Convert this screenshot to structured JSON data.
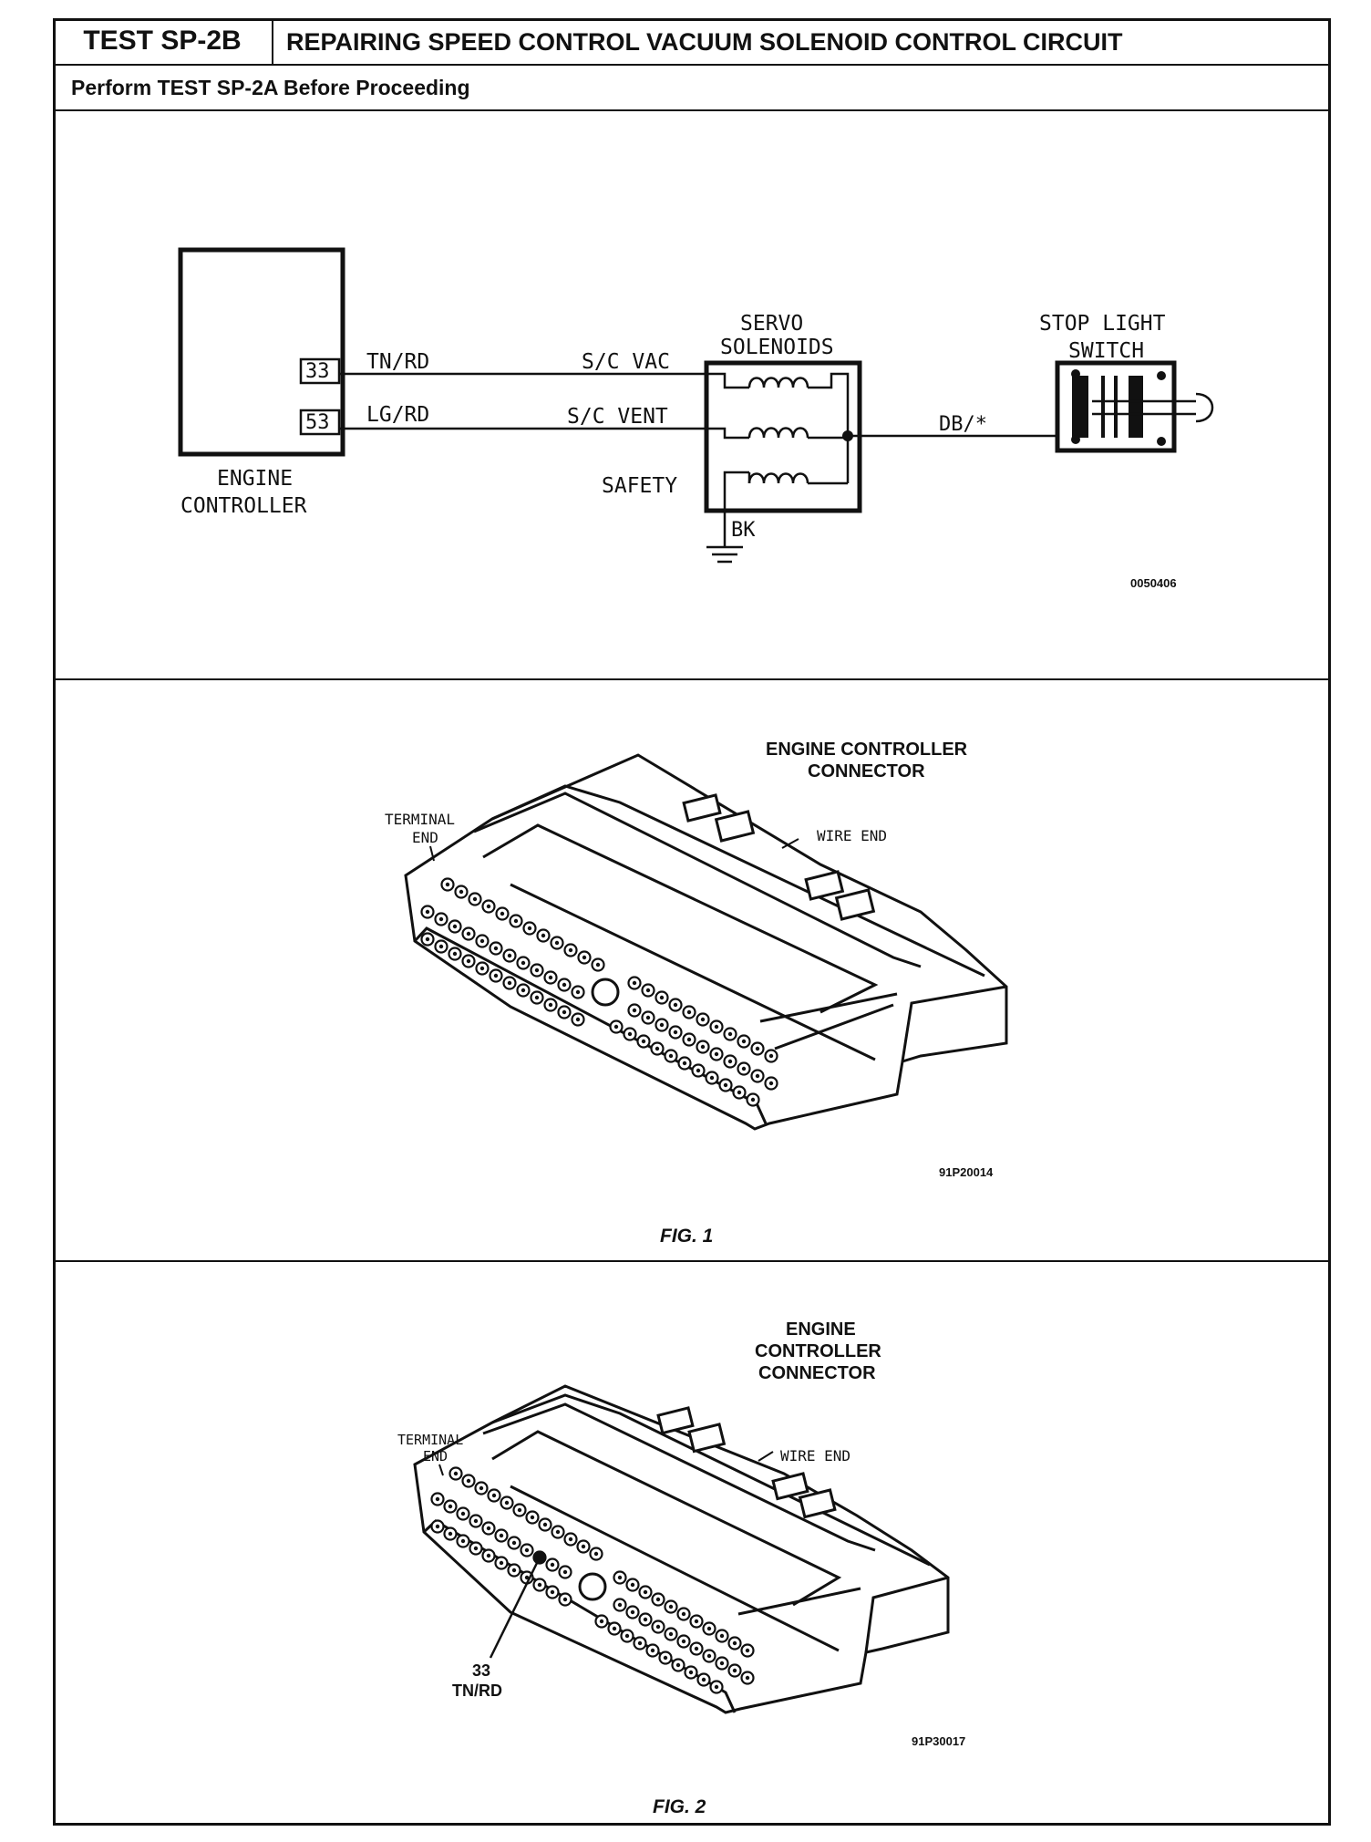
{
  "header": {
    "test_id": "TEST SP-2B",
    "title": "REPAIRING SPEED CONTROL VACUUM SOLENOID CONTROL CIRCUIT",
    "prerequisite": "Perform TEST SP-2A Before Proceeding"
  },
  "schematic": {
    "engine_controller_label_1": "ENGINE",
    "engine_controller_label_2": "CONTROLLER",
    "pin_33": "33",
    "pin_53": "53",
    "wire_33": "TN/RD",
    "wire_53": "LG/RD",
    "sc_vac": "S/C VAC",
    "sc_vent": "S/C VENT",
    "safety": "SAFETY",
    "servo_label_1": "SERVO",
    "servo_label_2": "SOLENOIDS",
    "stop_light_1": "STOP LIGHT",
    "stop_light_2": "SWITCH",
    "wire_db": "DB/*",
    "ground_wire": "BK",
    "code": "0050406"
  },
  "fig1": {
    "title_1": "ENGINE CONTROLLER",
    "title_2": "CONNECTOR",
    "terminal_end_1": "TERMINAL",
    "terminal_end_2": "END",
    "wire_end": "WIRE END",
    "code": "91P20014",
    "caption": "FIG. 1"
  },
  "fig2": {
    "title_1": "ENGINE",
    "title_2": "CONTROLLER",
    "title_3": "CONNECTOR",
    "terminal_end_1": "TERMINAL",
    "terminal_end_2": "END",
    "wire_end": "WIRE END",
    "pin_label": "33",
    "wire_label": "TN/RD",
    "code": "91P30017",
    "caption": "FIG. 2"
  }
}
